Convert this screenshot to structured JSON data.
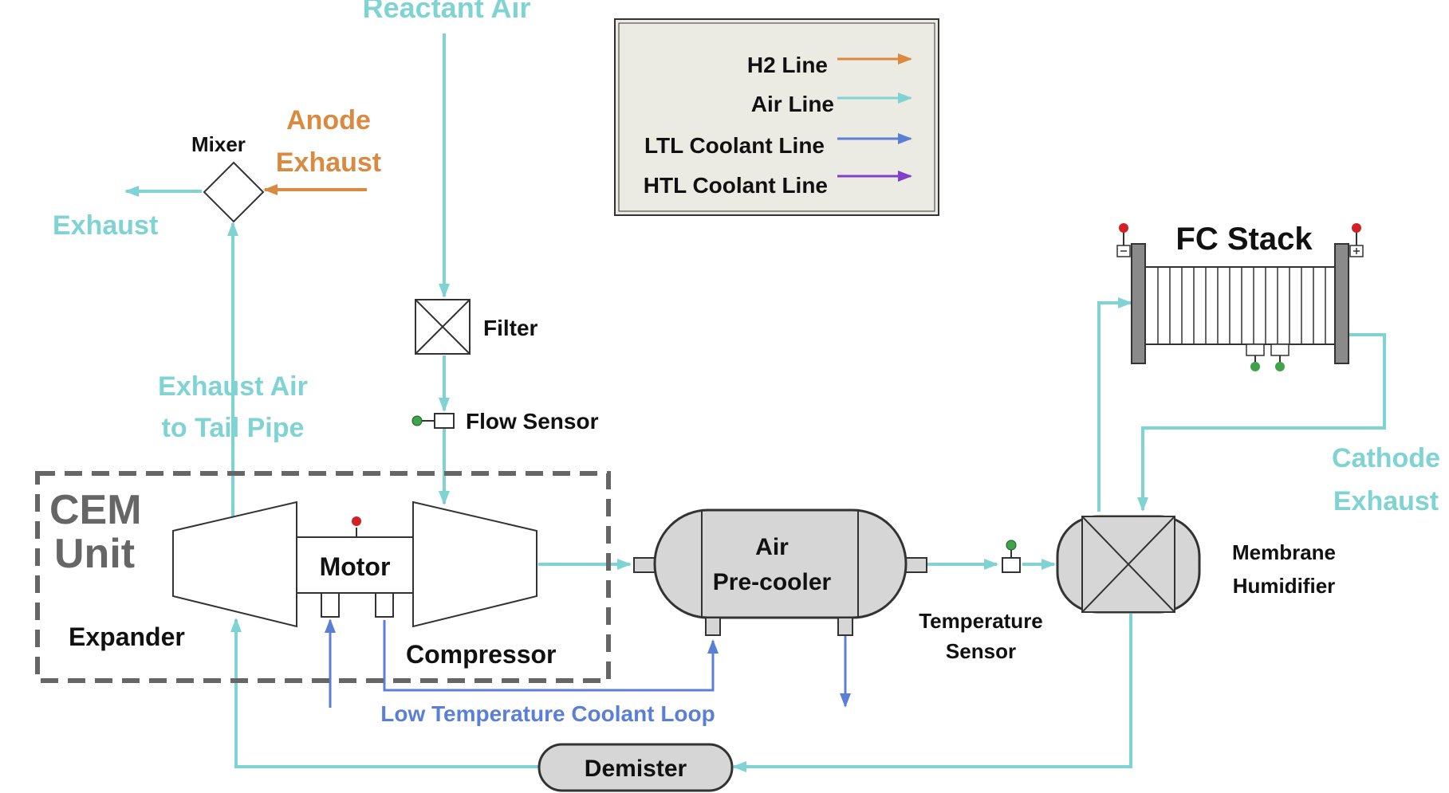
{
  "colors": {
    "h2": "#d98a40",
    "air": "#7fd3d3",
    "ltl": "#5b7fd4",
    "htl": "#8040c8",
    "text": "#111111",
    "cem_text": "#666666",
    "component_fill": "#d6d6d6",
    "legend_fill": "#ecebe3",
    "sensor_green": "#3fa34a",
    "sensor_red": "#d41f26"
  },
  "labels": {
    "reactant_air": "Reactant Air",
    "mixer": "Mixer",
    "anode_exhaust_line1": "Anode",
    "anode_exhaust_line2": "Exhaust",
    "exhaust": "Exhaust",
    "filter": "Filter",
    "flow_sensor": "Flow Sensor",
    "exhaust_air_line1": "Exhaust Air",
    "exhaust_air_line2": "to Tail Pipe",
    "cem_line1": "CEM",
    "cem_line2": "Unit",
    "motor": "Motor",
    "expander": "Expander",
    "compressor": "Compressor",
    "air_precooler_line1": "Air",
    "air_precooler_line2": "Pre-cooler",
    "temperature_sensor_line1": "Temperature",
    "temperature_sensor_line2": "Sensor",
    "membrane_humidifier_line1": "Membrane",
    "membrane_humidifier_line2": "Humidifier",
    "fc_stack": "FC Stack",
    "cathode_exhaust_line1": "Cathode",
    "cathode_exhaust_line2": "Exhaust",
    "ltl_loop": "Low Temperature Coolant Loop",
    "demister": "Demister"
  },
  "legend": {
    "items": [
      {
        "label": "H2 Line",
        "color_key": "h2"
      },
      {
        "label": "Air Line",
        "color_key": "air"
      },
      {
        "label": "LTL Coolant Line",
        "color_key": "ltl"
      },
      {
        "label": "HTL Coolant Line",
        "color_key": "htl"
      }
    ]
  }
}
